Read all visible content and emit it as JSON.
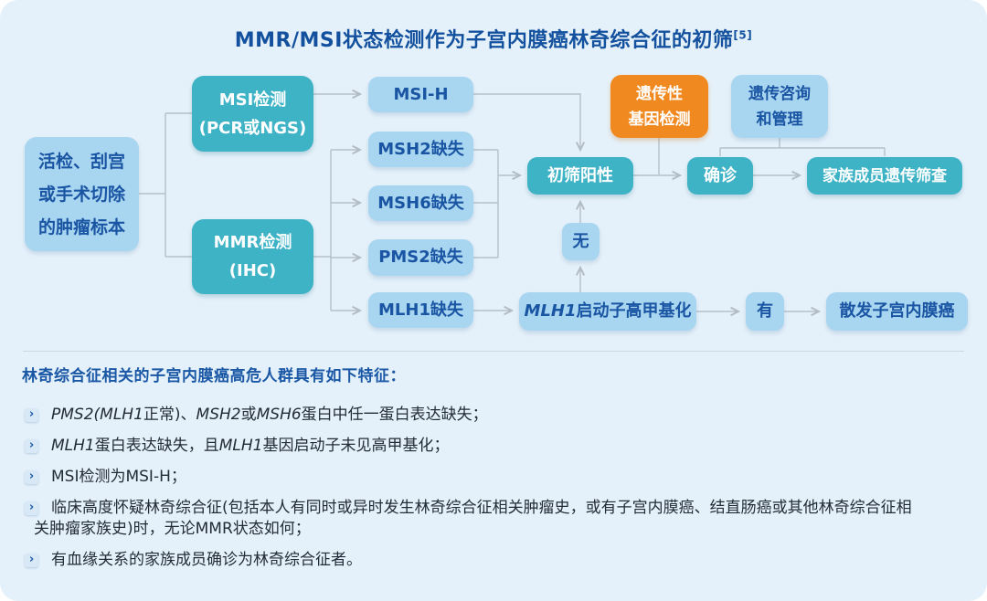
{
  "flowchart": {
    "title": "MMR/MSI状态检测作为子宫内膜癌林奇综合征的初筛",
    "title_sup": "[5]",
    "nodes": {
      "specimen": "活检、刮宫\n或手术切除\n的肿瘤标本",
      "msi_test": "MSI检测\n(PCR或NGS)",
      "mmr_test": "MMR检测\n(IHC)",
      "msi_h": "MSI-H",
      "msh2_loss": "MSH2缺失",
      "msh6_loss": "MSH6缺失",
      "pms2_loss": "PMS2缺失",
      "mlh1_loss": "MLH1缺失",
      "positive": "初筛阳性",
      "none": "无",
      "genetic_test": "遗传性\n基因检测",
      "counseling": "遗传咨询\n和管理",
      "confirmed": "确诊",
      "family_screening": "家族成员遗传筛查",
      "methylation_gene": "MLH1",
      "methylation_rest": "启动子高甲基化",
      "yes": "有",
      "sporadic": "散发子宫内膜癌"
    }
  },
  "criteria": {
    "heading": "林奇综合征相关的子宫内膜癌高危人群具有如下特征：",
    "bullet_icon": "›",
    "items": [
      {
        "lines": [
          [
            {
              "t": "PMS2(MLH1",
              "i": true
            },
            {
              "t": "正常)、",
              "i": false
            },
            {
              "t": "MSH2",
              "i": true
            },
            {
              "t": "或",
              "i": false
            },
            {
              "t": "MSH6",
              "i": true
            },
            {
              "t": "蛋白中任一蛋白表达缺失；",
              "i": false
            }
          ]
        ]
      },
      {
        "lines": [
          [
            {
              "t": "MLH1",
              "i": true
            },
            {
              "t": "蛋白表达缺失，且",
              "i": false
            },
            {
              "t": "MLH1",
              "i": true
            },
            {
              "t": "基因启动子未见高甲基化；",
              "i": false
            }
          ]
        ]
      },
      {
        "lines": [
          [
            {
              "t": "MSI检测为MSI-H；",
              "i": false
            }
          ]
        ]
      },
      {
        "lines": [
          [
            {
              "t": "临床高度怀疑林奇综合征(包括本人有同时或异时发生林奇综合征相关肿瘤史，或有子宫内膜癌、结直肠癌或其他林奇综合征相",
              "i": false
            }
          ],
          [
            {
              "t": "关肿瘤家族史)时，无论MMR状态如何；",
              "i": false
            }
          ]
        ]
      },
      {
        "lines": [
          [
            {
              "t": "有血缘关系的家族成员确诊为林奇综合征者。",
              "i": false
            }
          ]
        ]
      }
    ]
  },
  "colors": {
    "background": "#e5f1fa",
    "teal_box": "#3fb3c6",
    "light_blue_box": "#a8d5f0",
    "orange_box": "#f0891f",
    "dark_blue_text": "#1a55a3",
    "title_blue": "#13519e",
    "connector_gray": "#b5bfc7"
  }
}
